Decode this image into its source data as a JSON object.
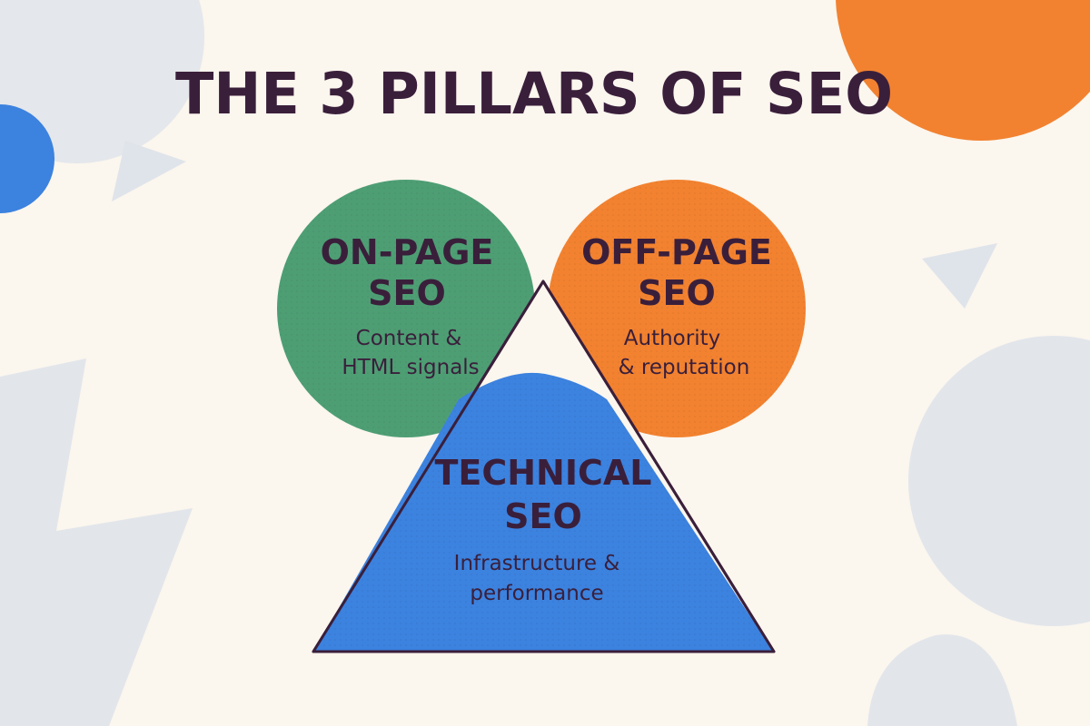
{
  "title": "THE 3 PILLARS OF SEO",
  "colors": {
    "background": "#fbf6ee",
    "text": "#3a1f3b",
    "on_page": "#4e9e74",
    "off_page": "#f28230",
    "technical": "#3c82df",
    "overlap": "#3a1f3b",
    "decor_grey": "#dfe4ea",
    "decor_blue": "#3c82df",
    "decor_orange": "#f28230"
  },
  "pillars": {
    "on_page": {
      "line1": "ON-PAGE",
      "line2": "SEO",
      "desc1": "Content &",
      "desc2": "HTML signals"
    },
    "off_page": {
      "line1": "OFF-PAGE",
      "line2": "SEO",
      "desc1": "Authority",
      "desc2": "& reputation"
    },
    "technical": {
      "line1": "TECHNICAL",
      "line2": "SEO",
      "desc1": "Infrastructure &",
      "desc2": "performance"
    }
  }
}
